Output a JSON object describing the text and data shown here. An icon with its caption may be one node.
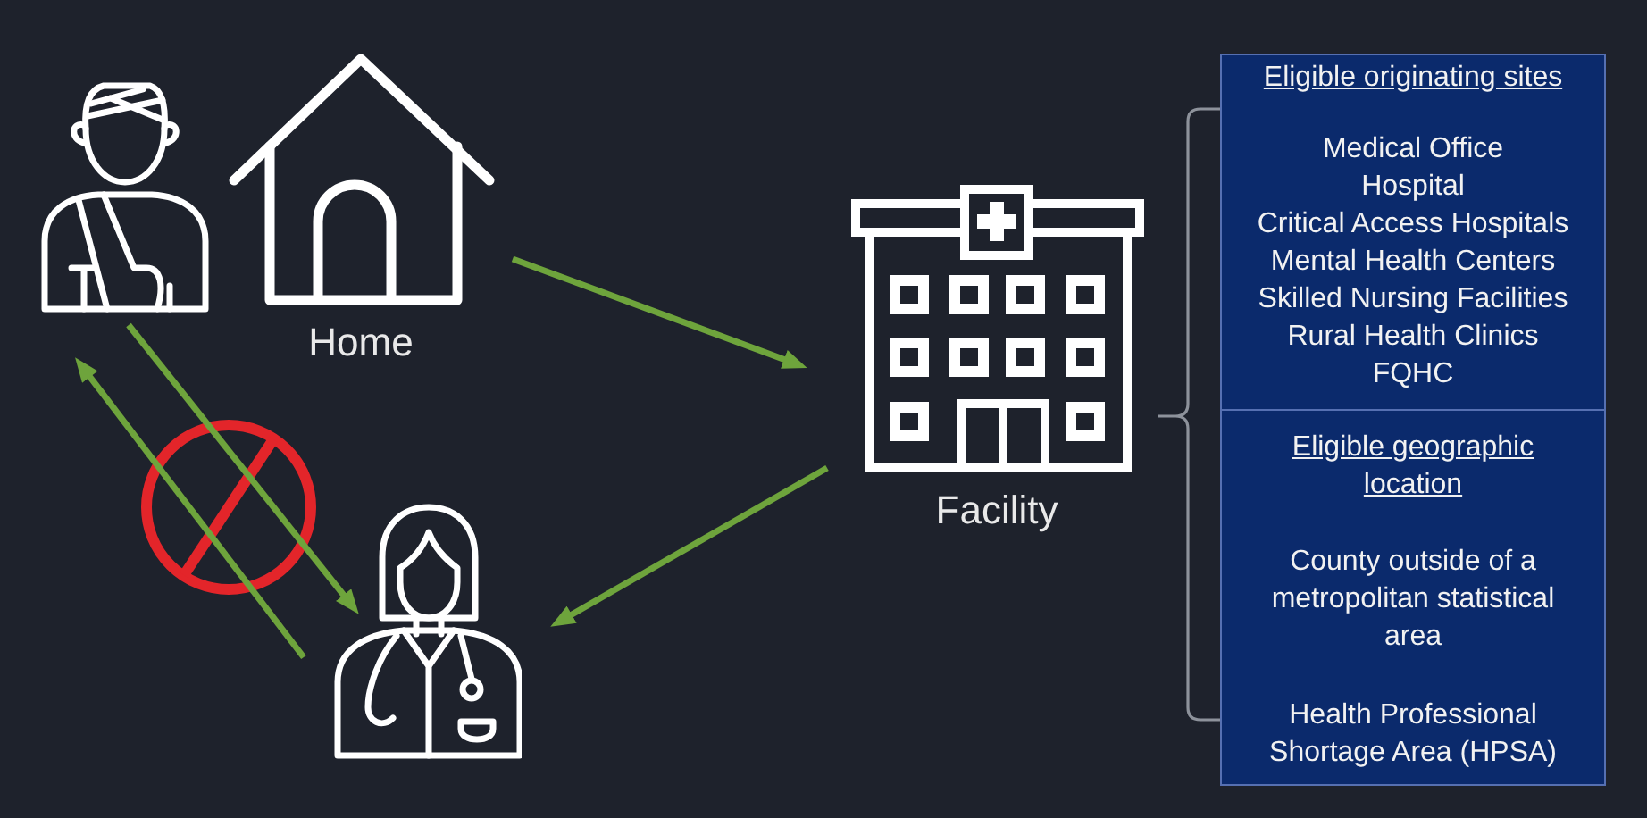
{
  "diagram": {
    "nodes": [
      {
        "text": [],
        "shape": "person"
      },
      {
        "text": [
          "Home"
        ]
      },
      {
        "text": [
          "Facility"
        ]
      },
      {
        "text": [],
        "shape": "person"
      },
      {
        "text": [
          "Eligible originating sites",
          "Medical Office",
          "Hospital",
          "Critical Access Hospitals",
          "Mental Health Centers",
          "Skilled Nursing Facilities",
          "Rural Health Clinics",
          "FQHC"
        ]
      },
      {
        "text": [
          "Eligible geographic location",
          "County outside of a metropolitan statistical area",
          "Health Professional Shortage Area (HPSA)"
        ]
      }
    ],
    "edges": [
      {
        "from": 1,
        "to": 2,
        "arrow": "to"
      },
      {
        "from": 2,
        "to": 3,
        "arrow": "to"
      },
      {
        "from": 3,
        "to": 0,
        "arrow": "to"
      },
      {
        "from": 0,
        "to": 3,
        "arrow": "to"
      }
    ]
  }
}
